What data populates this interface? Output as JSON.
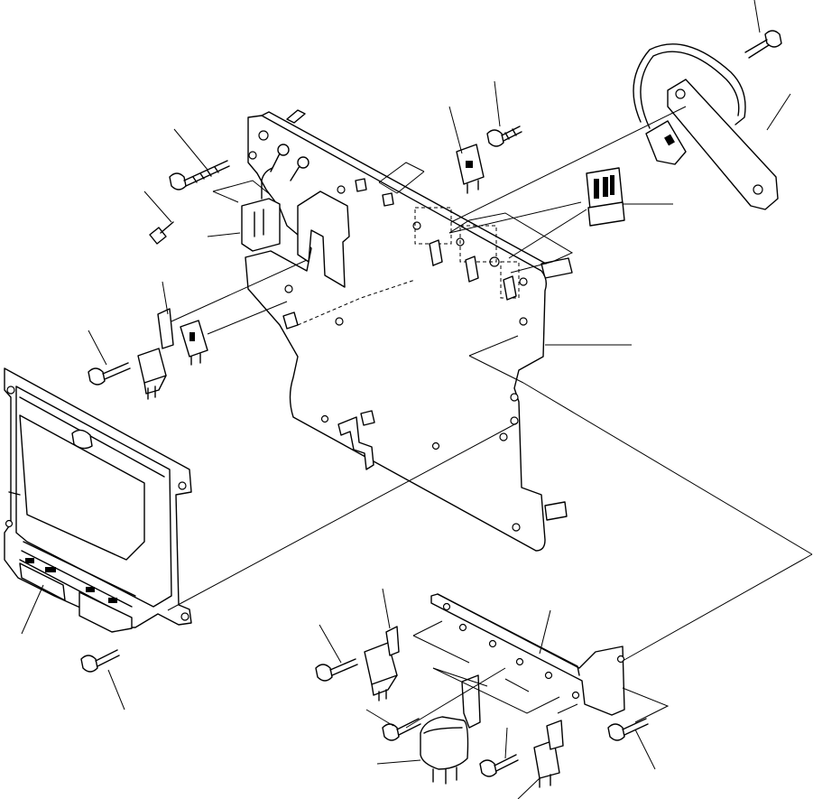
{
  "diagram": {
    "type": "exploded-parts-view",
    "parts": [
      {
        "id": "controller-mounting-plate"
      },
      {
        "id": "engine-controller-ecm"
      },
      {
        "id": "lower-relay-bracket"
      },
      {
        "id": "wire-harness-clamp-bracket"
      },
      {
        "id": "relay"
      },
      {
        "id": "connector"
      },
      {
        "id": "bolt"
      },
      {
        "id": "screw"
      }
    ],
    "callout_count": 21
  },
  "colors": {
    "line": "#000000",
    "background": "#ffffff"
  }
}
